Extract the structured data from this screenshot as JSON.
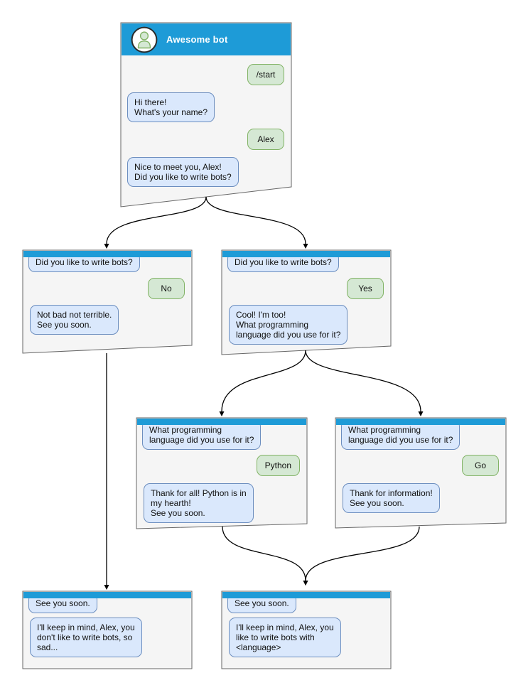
{
  "colors": {
    "header_blue": "#1e9bd7",
    "window_fill": "#f5f5f5",
    "window_border": "#666666",
    "bot_bubble_fill": "#dae8fc",
    "bot_bubble_border": "#6c8ebf",
    "user_bubble_fill": "#d5e8d4",
    "user_bubble_border": "#82b366",
    "arrow": "#000000"
  },
  "main_window": {
    "title": "Awesome bot",
    "avatar_icon": "person-icon",
    "messages": {
      "start_command": "/start",
      "greeting": "Hi there!\nWhat's your name?",
      "name_reply": "Alex",
      "question": "Nice to meet you, Alex!\nDid you like to write bots?"
    }
  },
  "branch_no": {
    "question": "Did you like to write bots?",
    "answer": "No",
    "response": "Not bad not terrible.\nSee you soon."
  },
  "branch_yes": {
    "question": "Did you like to write bots?",
    "answer": "Yes",
    "response": "Cool! I'm too!\nWhat programming\nlanguage did you use for it?"
  },
  "branch_python": {
    "question": "What programming\nlanguage did you use for it?",
    "answer": "Python",
    "response": "Thank for all! Python is in\nmy hearth!\nSee you soon."
  },
  "branch_go": {
    "question": "What programming\nlanguage did you use for it?",
    "answer": "Go",
    "response": "Thank for information!\nSee you soon."
  },
  "end_no": {
    "question": "See you soon.",
    "response": "I'll keep in mind, Alex, you\ndon't like to write bots, so\nsad..."
  },
  "end_yes": {
    "question": "See you soon.",
    "response": "I'll keep in mind, Alex, you\nlike to write bots with\n<language>"
  }
}
